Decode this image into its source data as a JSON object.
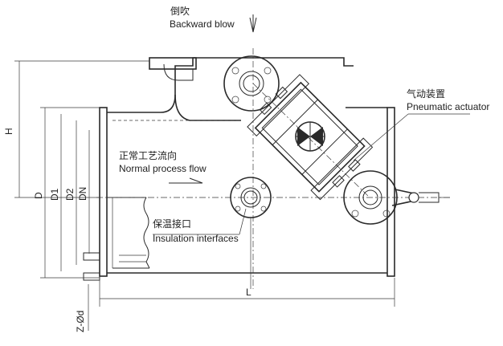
{
  "labels": {
    "backflush_cn": "倒吹",
    "backflush_en": "Backward blow",
    "actuator_cn": "气动装置",
    "actuator_en": "Pneumatic actuator",
    "flow_cn": "正常工艺流向",
    "flow_en": "Normal process flow",
    "insulation_cn": "保温接口",
    "insulation_en": "Insulation interfaces"
  },
  "dimensions": {
    "height": "H",
    "length": "L",
    "outer_diameter": "D",
    "bolt_circle": "D1",
    "raised_face": "D2",
    "nominal": "DN",
    "bolt_holes": "Z-Ød"
  }
}
